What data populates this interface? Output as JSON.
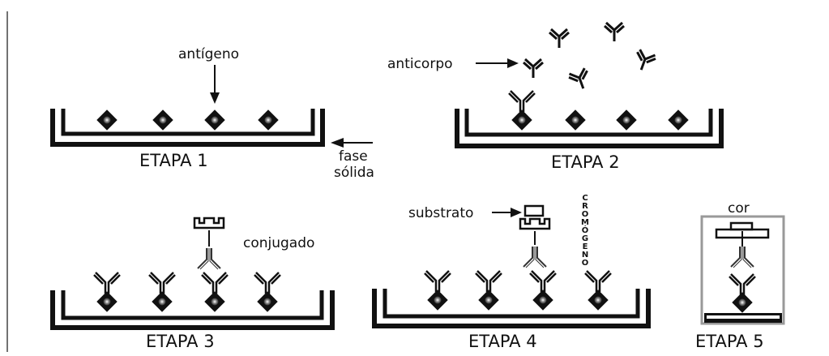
{
  "labels": {
    "antigeno": "antígeno",
    "fase_solida_1": "fase",
    "fase_solida_2": "sólida",
    "anticorpo": "anticorpo",
    "conjugado": "conjugado",
    "substrato": "substrato",
    "cromogeno": "CROMÓGENO",
    "cor": "cor"
  },
  "stages": [
    {
      "label": "ETAPA 1"
    },
    {
      "label": "ETAPA 2"
    },
    {
      "label": "ETAPA 3"
    },
    {
      "label": "ETAPA 4"
    },
    {
      "label": "ETAPA 5"
    }
  ]
}
